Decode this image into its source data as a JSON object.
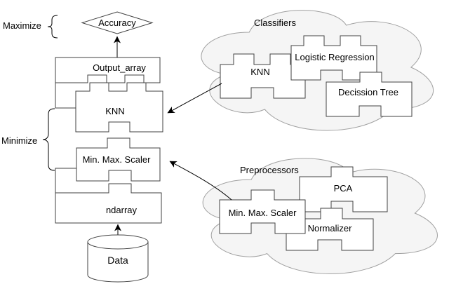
{
  "diagram": {
    "objectives": {
      "maximize_label": "Maximize",
      "minimize_label": "Minimize"
    },
    "accuracy_node_label": "Accuracy",
    "pipeline": {
      "output_label": "Output_array",
      "classifier_label": "KNN",
      "preprocessor_label": "Min. Max. Scaler",
      "input_label": "ndarray",
      "datastore_label": "Data"
    },
    "classifiers_cloud": {
      "title": "Classifiers",
      "items": [
        "KNN",
        "Logistic Regression",
        "Decission Tree"
      ]
    },
    "preprocessors_cloud": {
      "title": "Preprocessors",
      "items": [
        "Min. Max. Scaler",
        "PCA",
        "Normalizer"
      ]
    },
    "colors": {
      "cloud_fill": "#f5f5f5",
      "cloud_stroke": "#a0a0a0",
      "shape_stroke": "#424242",
      "arrow": "#000000"
    }
  }
}
